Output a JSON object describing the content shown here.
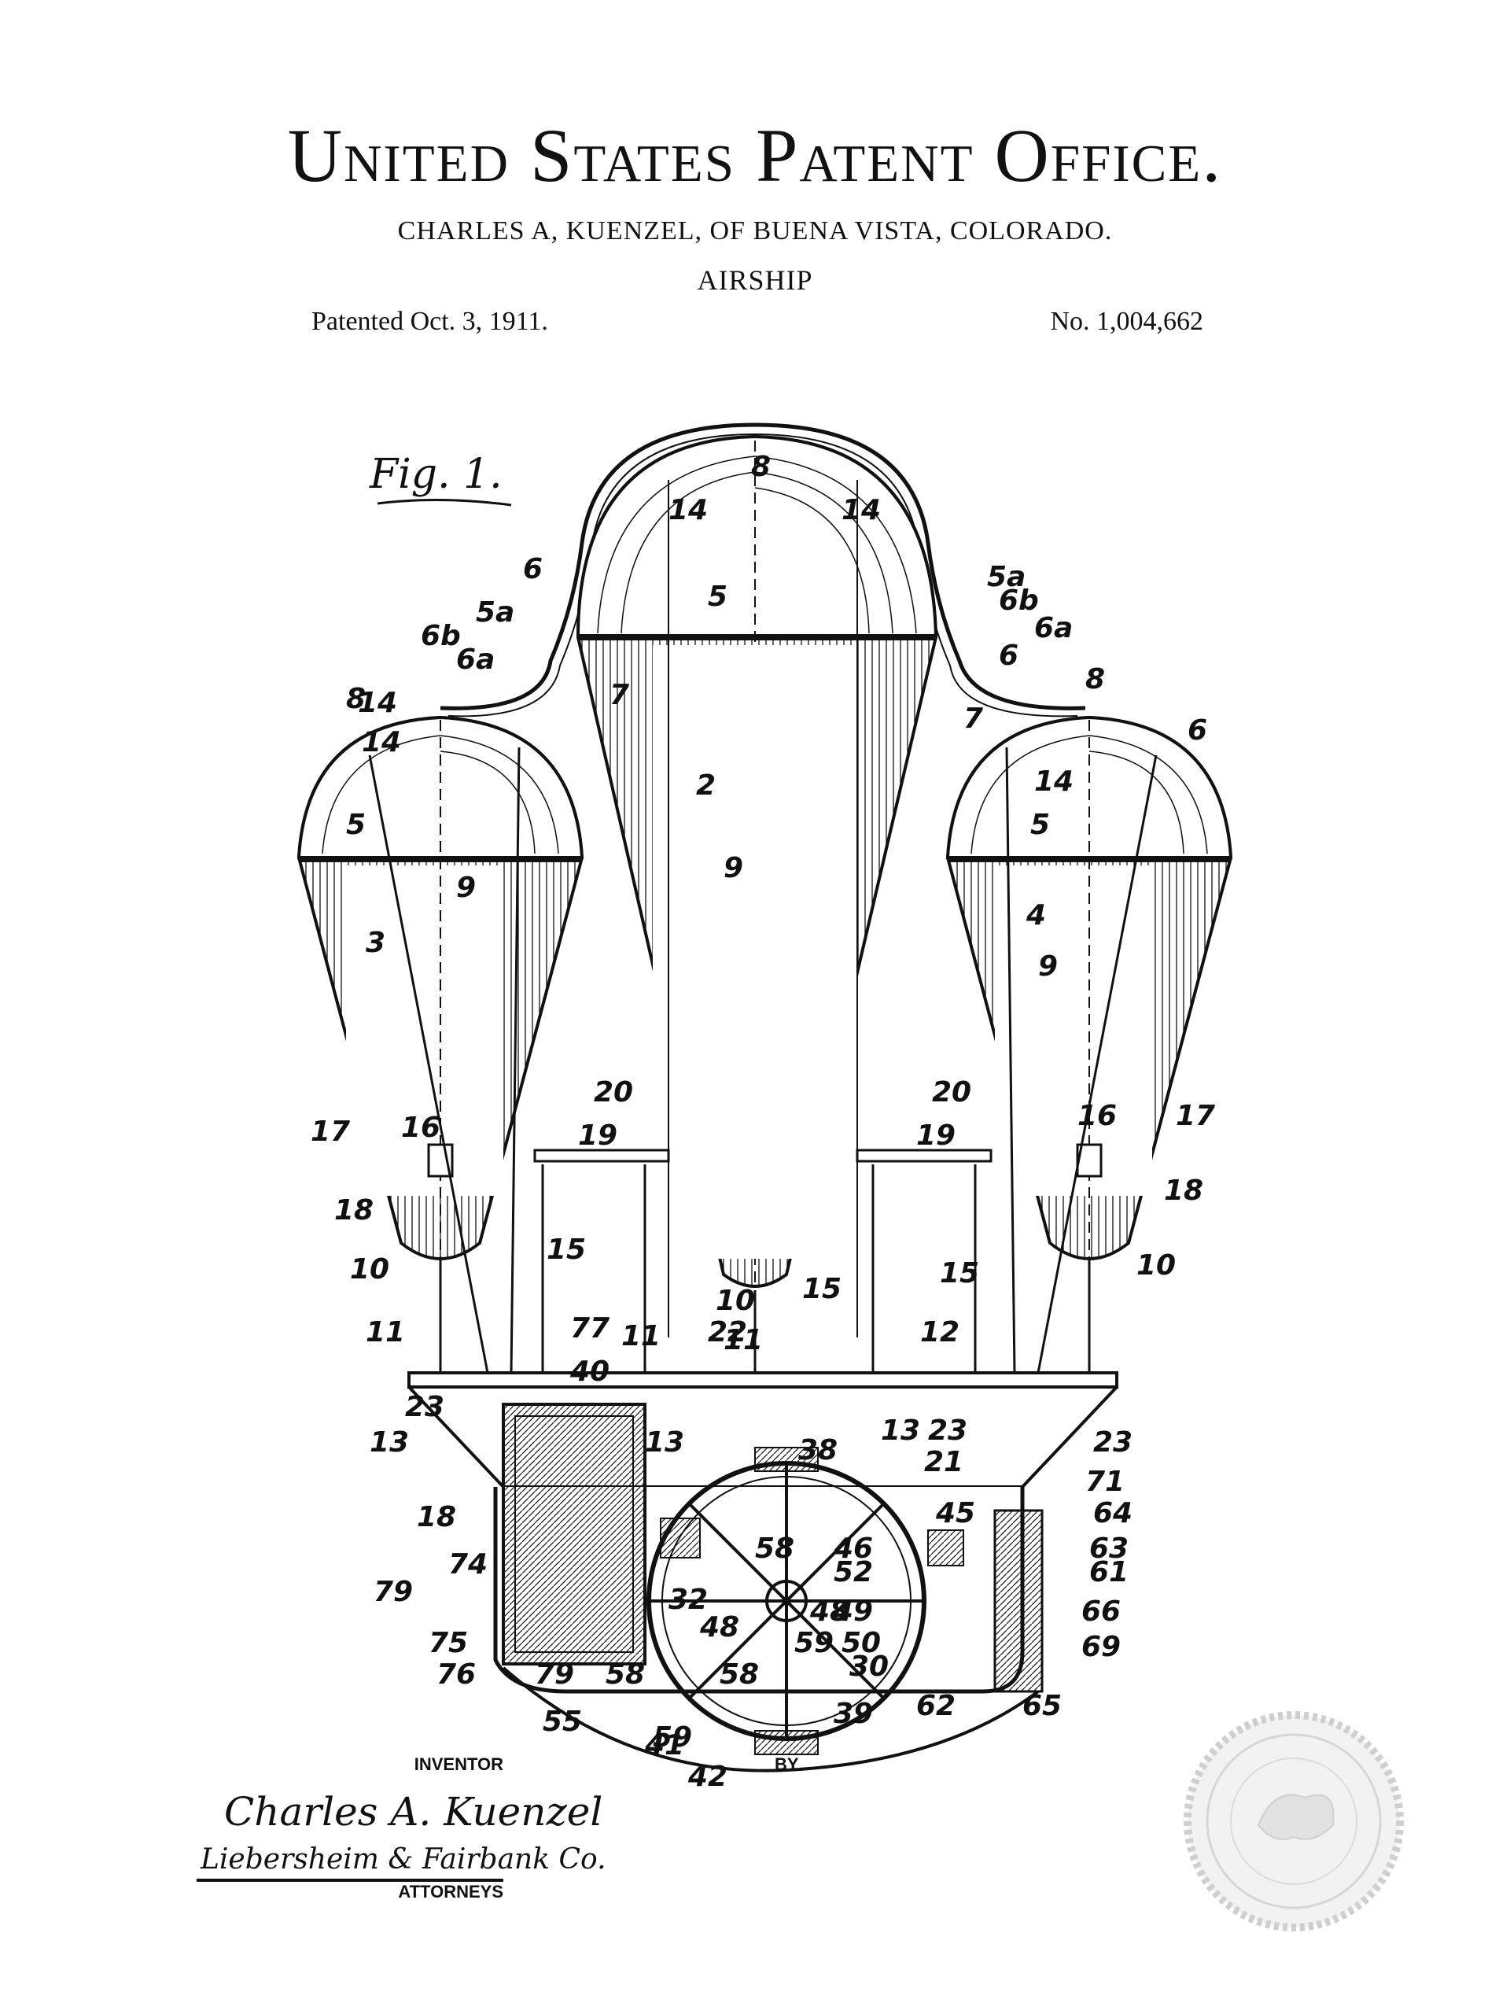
{
  "header": {
    "office": "United States Patent Office.",
    "inventor_line": "CHARLES A, KUENZEL, OF BUENA VISTA, COLORADO.",
    "subject": "AIRSHIP",
    "patented": "Patented Oct. 3, 1911.",
    "number": "No. 1,004,662"
  },
  "figure": {
    "label": "Fig. 1.",
    "reference_numerals": [
      "8",
      "14",
      "14",
      "5",
      "5a",
      "6",
      "6b",
      "6a",
      "5a",
      "6b",
      "6a",
      "6",
      "8",
      "14",
      "8",
      "14",
      "7",
      "7",
      "6",
      "14",
      "5",
      "2",
      "9",
      "5",
      "9",
      "3",
      "4",
      "9",
      "20",
      "19",
      "20",
      "19",
      "17",
      "16",
      "16",
      "17",
      "18",
      "18",
      "10",
      "15",
      "15",
      "15",
      "10",
      "11",
      "11",
      "12",
      "77",
      "22",
      "40",
      "10",
      "11",
      "23",
      "13",
      "23",
      "13",
      "13",
      "38",
      "21",
      "23",
      "71",
      "45",
      "64",
      "63",
      "61",
      "66",
      "69",
      "65",
      "62",
      "18",
      "74",
      "79",
      "75",
      "76",
      "79",
      "58",
      "59",
      "58",
      "39",
      "41",
      "42",
      "55",
      "46",
      "52",
      "48",
      "49",
      "50",
      "30",
      "32",
      "48",
      "59",
      "58"
    ]
  },
  "signature": {
    "inventor_label": "INVENTOR",
    "inventor_name": "Charles A. Kuenzel",
    "by_label": "BY",
    "attorneys_name": "Liebersheim & Fairbank Co.",
    "attorneys_label": "ATTORNEYS"
  },
  "colors": {
    "ink": "#111111",
    "paper": "#ffffff",
    "seal": "#cfcfcf"
  },
  "seal_icon": "embossed-eagle-seal-icon"
}
